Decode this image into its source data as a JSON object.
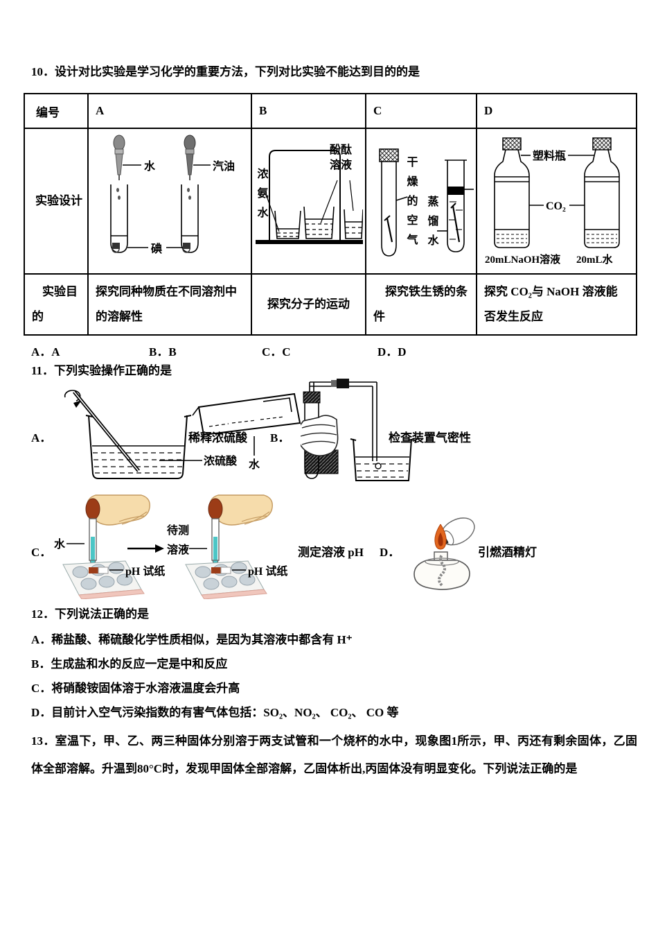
{
  "q10": {
    "stem": "10．设计对比实验是学习化学的重要方法，下列对比实验不能达到目的的是",
    "table": {
      "headers": {
        "id": "编号",
        "a": "A",
        "b": "B",
        "c": "C",
        "d": "D"
      },
      "design_label": "实验设计",
      "purpose_label": "实验目的",
      "design_a": {
        "water": "水",
        "gasoline": "汽油",
        "iodine": "碘"
      },
      "design_b": {
        "ammonia": "浓氨水",
        "phenolphthalein": "酚酞溶液"
      },
      "design_c": {
        "dry_air": "干燥的空气",
        "distilled_water": "蒸馏水"
      },
      "design_d": {
        "bottle": "塑料瓶",
        "gas": "CO₂",
        "caption_naoh": "20mLNaOH溶液",
        "caption_water": "20mL水"
      },
      "purpose_a": "探究同种物质在不同溶剂中的溶解性",
      "purpose_b": "探究分子的运动",
      "purpose_c": "探究铁生锈的条件",
      "purpose_d": "探究 CO₂与 NaOH 溶液能否发生反应"
    },
    "answers": {
      "a": "A．A",
      "b": "B．B",
      "c": "C．C",
      "d": "D．D"
    }
  },
  "q11": {
    "stem": "11．下列实验操作正确的是",
    "a": {
      "marker": "A．",
      "water": "水",
      "acid": "浓硫酸",
      "caption": "稀释浓硫酸"
    },
    "b": {
      "marker": "B．",
      "caption": "检查装置气密性"
    },
    "c": {
      "marker": "C．",
      "water": "水",
      "sample1": "待测",
      "sample2": "溶液",
      "ph_paper": "pH 试纸",
      "caption": "测定溶液 pH"
    },
    "d": {
      "marker": "D．",
      "caption": "引燃酒精灯"
    }
  },
  "q12": {
    "stem": "12．下列说法正确的是",
    "a": "A．稀盐酸、稀硫酸化学性质相似，是因为其溶液中都含有 H⁺",
    "b": "B．生成盐和水的反应一定是中和反应",
    "c": "C．将硝酸铵固体溶于水溶液温度会升高",
    "d": "D．目前计入空气污染指数的有害气体包括：SO₂、NO₂、 CO₂、 CO 等"
  },
  "q13": {
    "stem": "13．室温下，甲、乙、两三种固体分别溶于两支试管和一个烧杯的水中，现象图1所示，甲、丙还有剩余固体，乙固体全部溶解。升温到80°C时，发现甲固体全部溶解，乙固体析出,丙固体没有明显变化。下列说法正确的是"
  }
}
